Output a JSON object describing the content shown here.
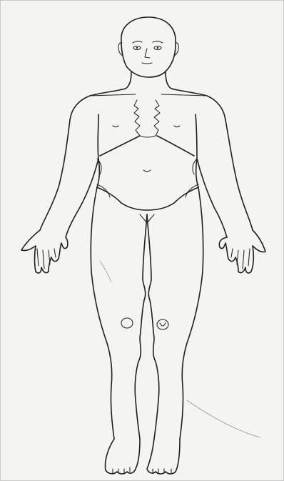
{
  "diagram": {
    "subject": "front-view-human-body-outline",
    "colors": {
      "paper": "#f4f4f2",
      "ink": "#1f1f1f",
      "frame": "#c8c8c8"
    },
    "parts": [
      "head",
      "face",
      "neck",
      "shoulders",
      "chest",
      "ribcage",
      "abdomen",
      "navel",
      "pelvis",
      "left-arm",
      "right-arm",
      "left-hand",
      "right-hand",
      "left-leg",
      "right-leg",
      "left-knee",
      "right-knee",
      "left-foot",
      "right-foot"
    ]
  }
}
